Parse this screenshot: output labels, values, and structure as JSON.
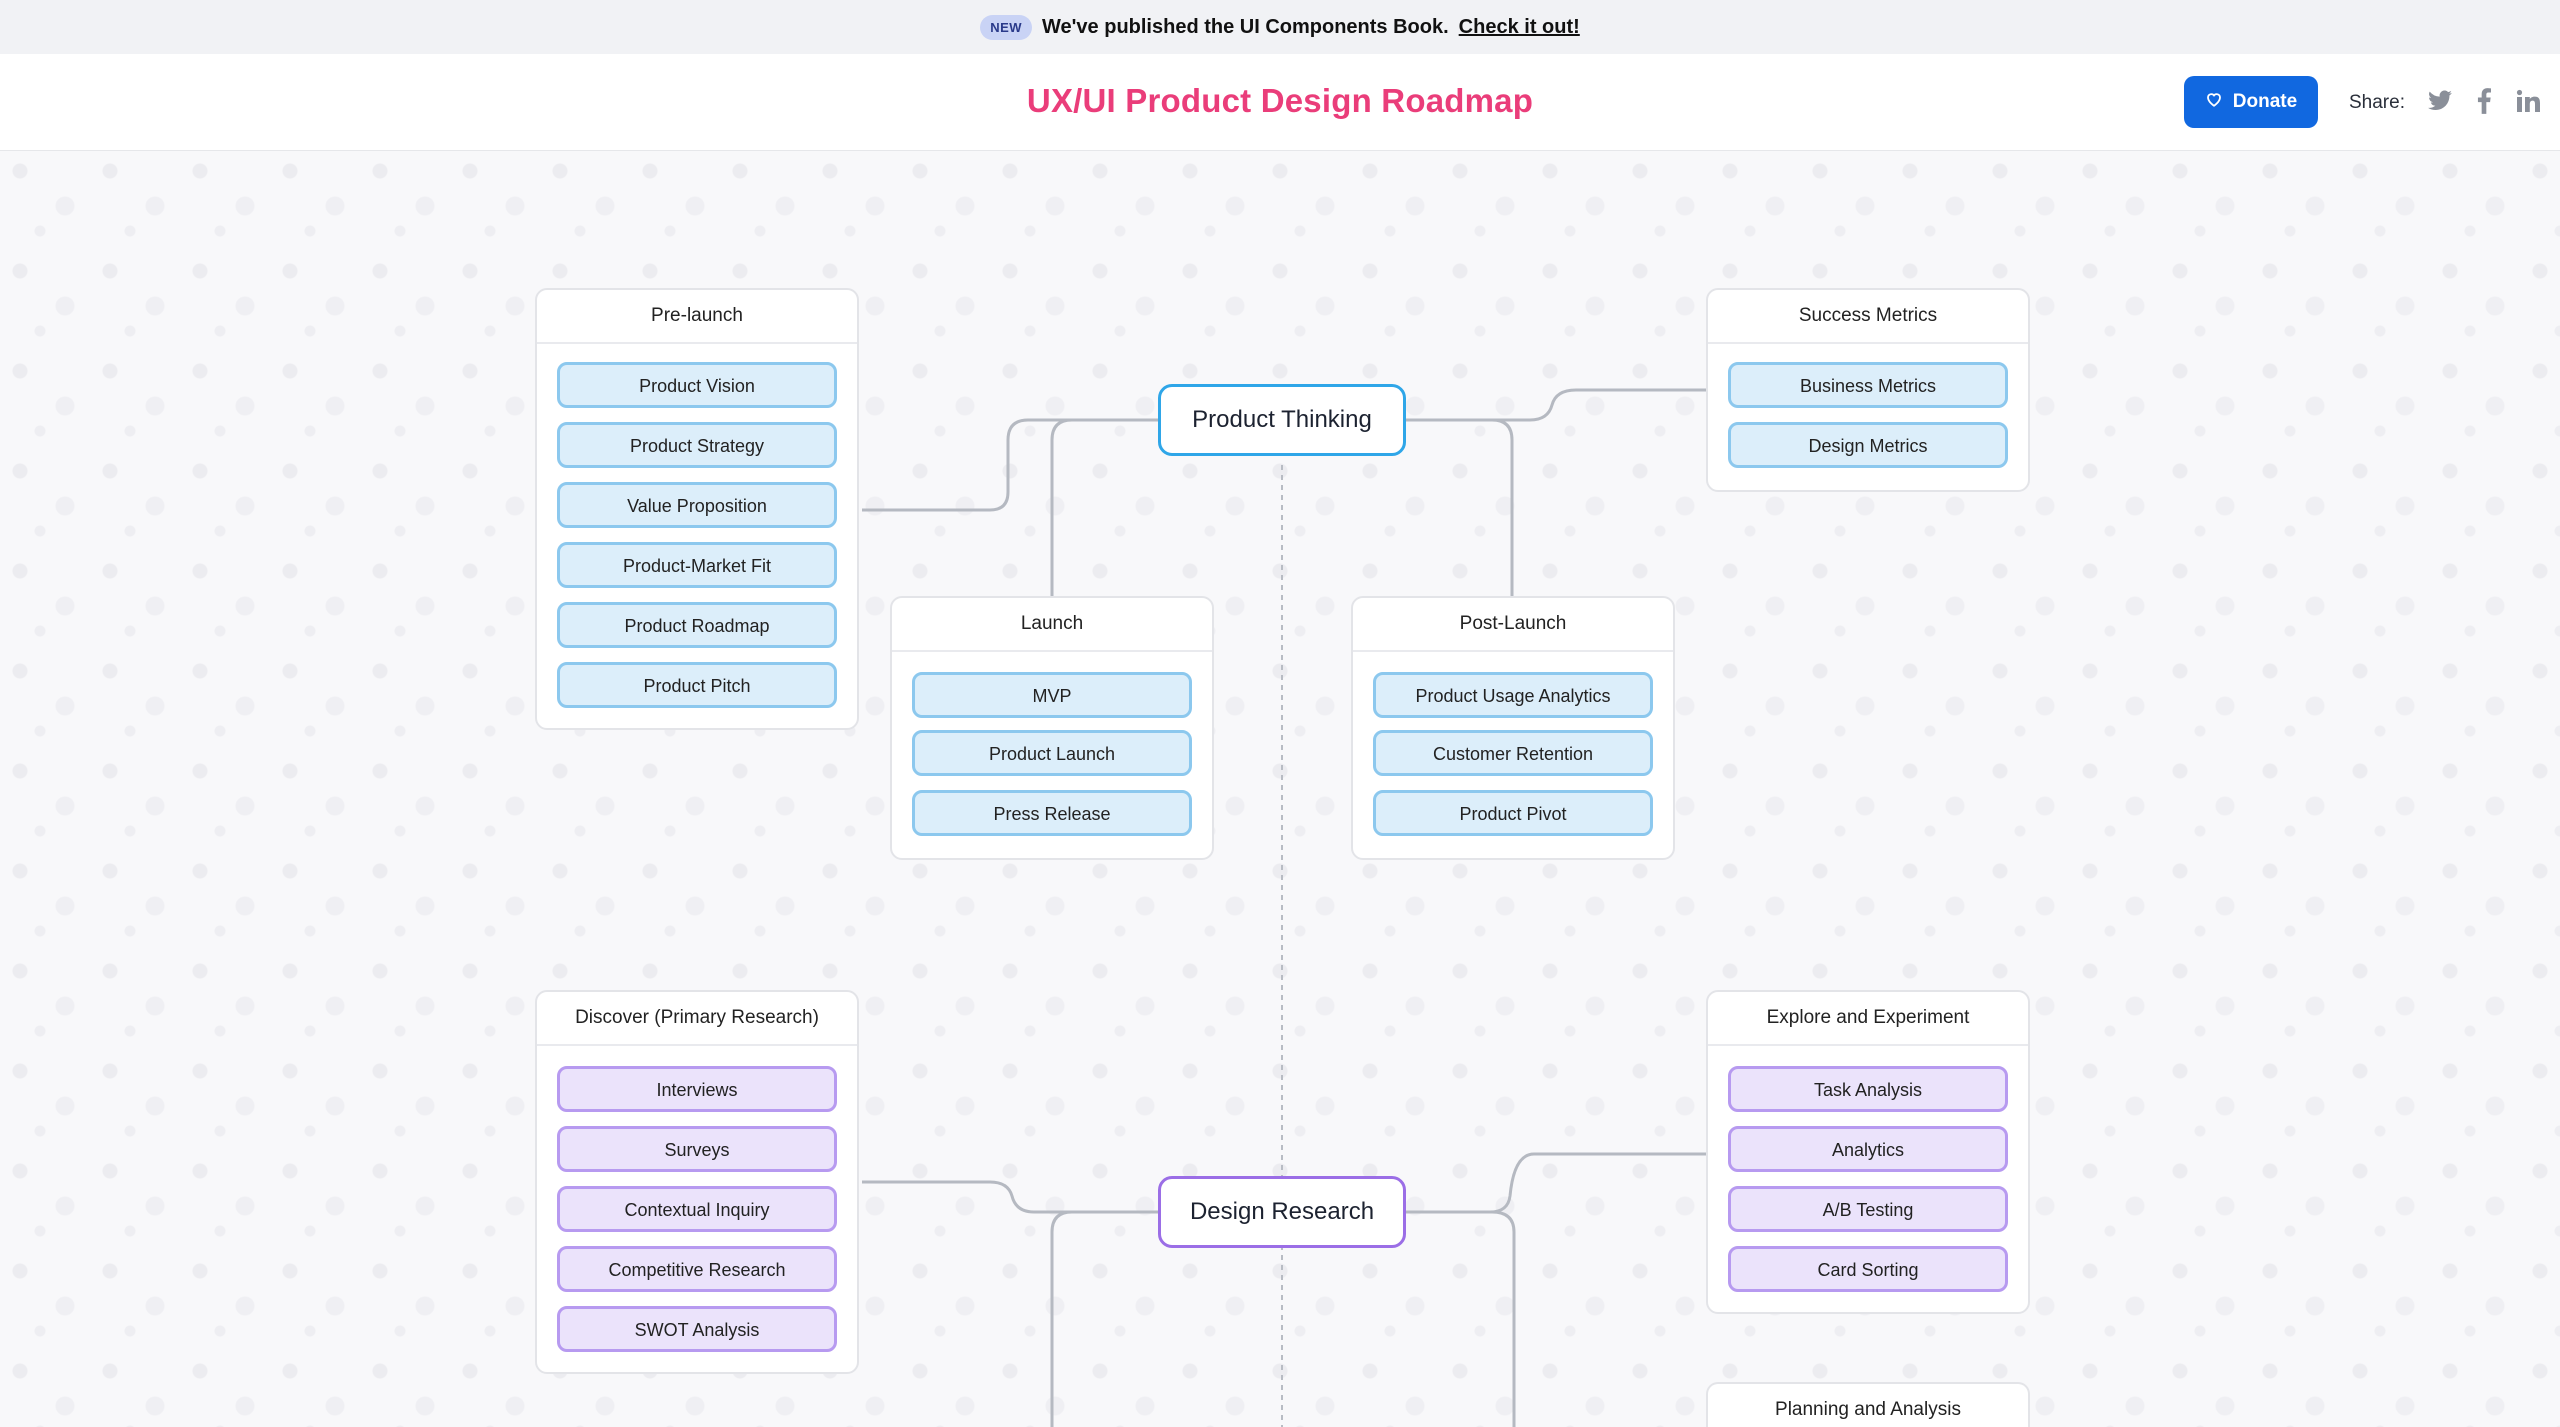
{
  "banner": {
    "badge": "NEW",
    "message": "We've published the UI Components Book.",
    "link": "Check it out!"
  },
  "header": {
    "title": "UX/UI Product Design Roadmap",
    "donate_label": "Donate",
    "share_label": "Share:",
    "social_icons": [
      "twitter-icon",
      "facebook-icon",
      "linkedin-icon"
    ]
  },
  "colors": {
    "brand": "#ea3d7a",
    "donate": "#1168e0",
    "thinking_accent": "#2fa6e8",
    "research_accent": "#9b6ee6"
  },
  "roadmap": {
    "hubs": {
      "product_thinking": "Product Thinking",
      "design_research": "Design Research"
    },
    "groups": {
      "pre_launch": {
        "title": "Pre-launch",
        "items": [
          "Product Vision",
          "Product Strategy",
          "Value Proposition",
          "Product-Market Fit",
          "Product Roadmap",
          "Product Pitch"
        ]
      },
      "launch": {
        "title": "Launch",
        "items": [
          "MVP",
          "Product Launch",
          "Press Release"
        ]
      },
      "post_launch": {
        "title": "Post-Launch",
        "items": [
          "Product Usage Analytics",
          "Customer Retention",
          "Product Pivot"
        ]
      },
      "success_metrics": {
        "title": "Success Metrics",
        "items": [
          "Business Metrics",
          "Design Metrics"
        ]
      },
      "discover": {
        "title": "Discover (Primary Research)",
        "items": [
          "Interviews",
          "Surveys",
          "Contextual Inquiry",
          "Competitive Research",
          "SWOT Analysis"
        ]
      },
      "explore": {
        "title": "Explore and Experiment",
        "items": [
          "Task Analysis",
          "Analytics",
          "A/B Testing",
          "Card Sorting"
        ]
      },
      "planning": {
        "title": "Planning and Analysis"
      }
    }
  }
}
